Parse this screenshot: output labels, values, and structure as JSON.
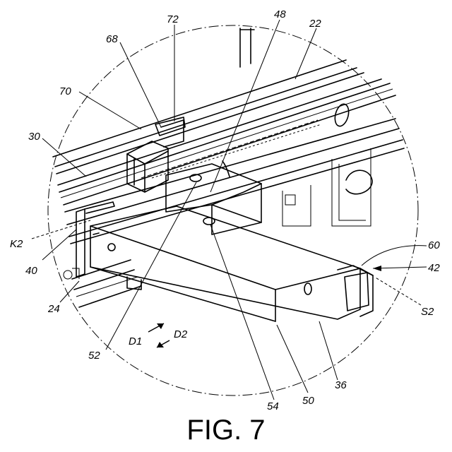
{
  "figure": {
    "caption": "FIG. 7",
    "labels": {
      "l72": "72",
      "l48": "48",
      "l22": "22",
      "l68": "68",
      "l70": "70",
      "l30": "30",
      "lK2": "K2",
      "l40": "40",
      "l24": "24",
      "l52": "52",
      "lD1": "D1",
      "lD2": "D2",
      "l54": "54",
      "l50": "50",
      "l36": "36",
      "l60": "60",
      "l42": "42",
      "lS2": "S2"
    }
  }
}
